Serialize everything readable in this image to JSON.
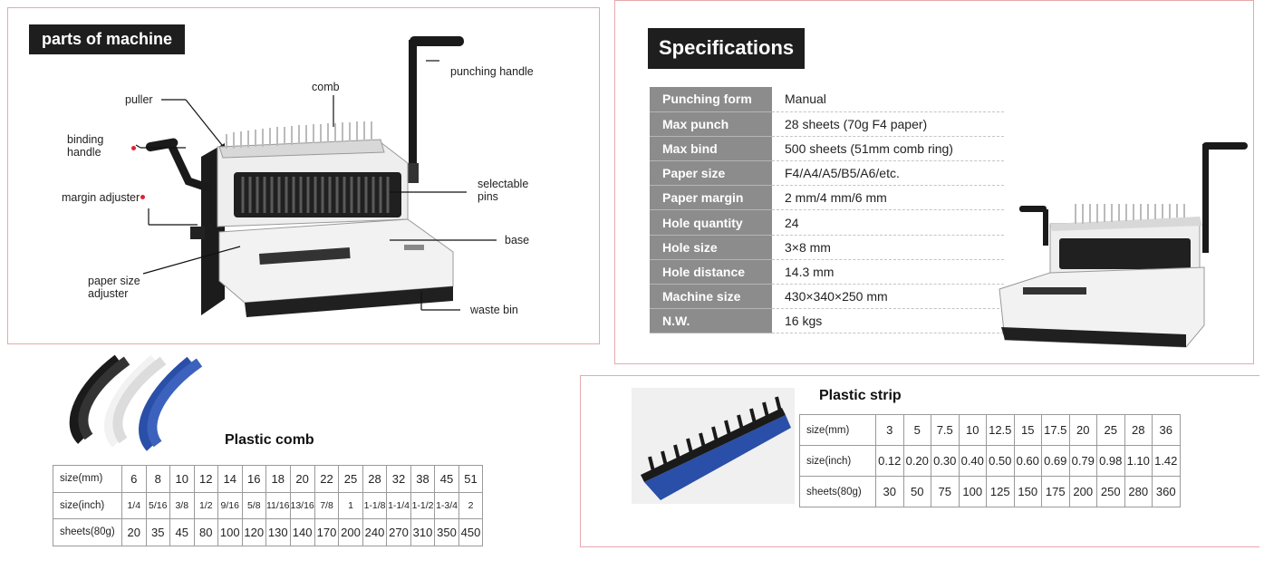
{
  "parts": {
    "title": "parts of machine",
    "labels": {
      "comb": "comb",
      "punching_handle": "punching handle",
      "puller": "puller",
      "binding_handle": "binding\nhandle",
      "selectable_pins": "selectable\npins",
      "margin_adjuster": "margin adjuster",
      "base": "base",
      "paper_size_adjuster": "paper size\nadjuster",
      "waste_bin": "waste bin"
    }
  },
  "specs": {
    "title": "Specifications",
    "rows": [
      {
        "key": "Punching form",
        "value": "Manual"
      },
      {
        "key": "Max punch",
        "value": "28 sheets (70g F4 paper)"
      },
      {
        "key": "Max bind",
        "value": "500 sheets (51mm comb ring)"
      },
      {
        "key": "Paper size",
        "value": "F4/A4/A5/B5/A6/etc."
      },
      {
        "key": "Paper margin",
        "value": "2 mm/4 mm/6 mm"
      },
      {
        "key": "Hole quantity",
        "value": "24"
      },
      {
        "key": "Hole size",
        "value": "3×8 mm"
      },
      {
        "key": "Hole distance",
        "value": "14.3 mm"
      },
      {
        "key": "Machine size",
        "value": "430×340×250 mm"
      },
      {
        "key": "N.W.",
        "value": "16 kgs"
      }
    ]
  },
  "plastic_comb": {
    "title": "Plastic comb",
    "headers": [
      "size(mm)",
      "size(inch)",
      "sheets(80g)"
    ],
    "size_mm": [
      "6",
      "8",
      "10",
      "12",
      "14",
      "16",
      "18",
      "20",
      "22",
      "25",
      "28",
      "32",
      "38",
      "45",
      "51"
    ],
    "size_inch": [
      "1/4",
      "5/16",
      "3/8",
      "1/2",
      "9/16",
      "5/8",
      "11/16",
      "13/16",
      "7/8",
      "1",
      "1-1/8",
      "1-1/4",
      "1-1/2",
      "1-3/4",
      "2"
    ],
    "sheets": [
      "20",
      "35",
      "45",
      "80",
      "100",
      "120",
      "130",
      "140",
      "170",
      "200",
      "240",
      "270",
      "310",
      "350",
      "450"
    ]
  },
  "plastic_strip": {
    "title": "Plastic strip",
    "headers": [
      "size(mm)",
      "size(inch)",
      "sheets(80g)"
    ],
    "size_mm": [
      "3",
      "5",
      "7.5",
      "10",
      "12.5",
      "15",
      "17.5",
      "20",
      "25",
      "28",
      "36"
    ],
    "size_inch": [
      "0.12",
      "0.20",
      "0.30",
      "0.40",
      "0.50",
      "0.60",
      "0.69",
      "0.79",
      "0.98",
      "1.10",
      "1.42"
    ],
    "sheets": [
      "30",
      "50",
      "75",
      "100",
      "125",
      "150",
      "175",
      "200",
      "250",
      "280",
      "360"
    ]
  },
  "colors": {
    "accent_border": "#e6a8ad",
    "title_bg": "#1e1e1e",
    "spec_key_bg": "#8c8c8c",
    "label_dot": "#dd2233",
    "comb_blue": "#2a4fa8"
  }
}
